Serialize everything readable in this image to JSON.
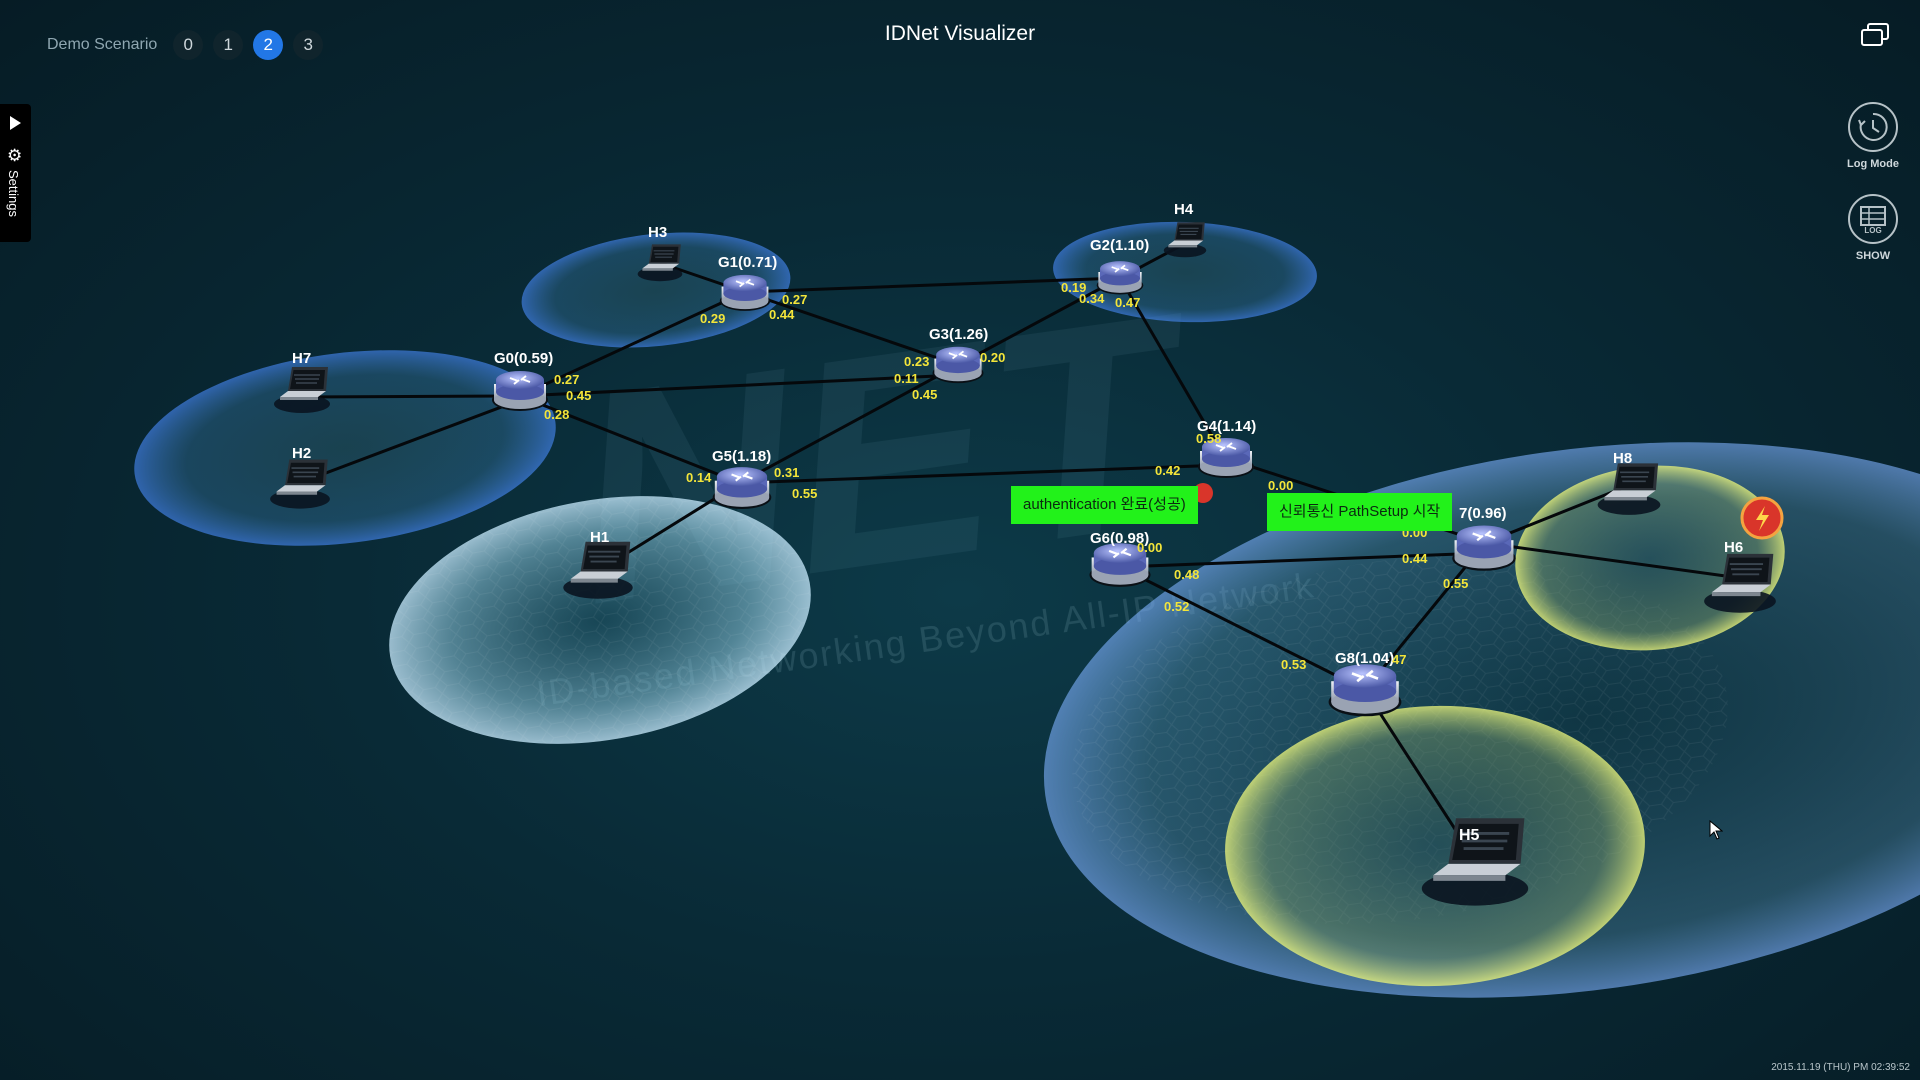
{
  "header": {
    "title": "IDNet Visualizer",
    "scenario_label": "Demo Scenario",
    "scenarios": [
      "0",
      "1",
      "2",
      "3"
    ],
    "active_scenario": "2"
  },
  "settings_tab": {
    "label": "Settings"
  },
  "tools": {
    "log_mode_label": "Log Mode",
    "show_label": "SHOW",
    "log_icon_text": "LOG"
  },
  "watermark": {
    "logo_text": "NET",
    "tagline": "ID-based Networking Beyond All-IP Network"
  },
  "gateways": {
    "g0": "G0(0.59)",
    "g1": "G1(0.71)",
    "g2": "G2(1.10)",
    "g3": "G3(1.26)",
    "g4": "G4(1.14)",
    "g5": "G5(1.18)",
    "g6": "G6(0.98)",
    "g7": "7(0.96)",
    "g8": "G8(1.04)"
  },
  "hosts": {
    "h1": "H1",
    "h2": "H2",
    "h3": "H3",
    "h4": "H4",
    "h5": "H5",
    "h6": "H6",
    "h7": "H7",
    "h8": "H8"
  },
  "link_weights": {
    "w1": "0.27",
    "w2": "0.45",
    "w3": "0.28",
    "w4": "0.29",
    "w5": "0.27",
    "w6": "0.44",
    "w7": "0.19",
    "w8": "0.34",
    "w9": "0.47",
    "w10": "0.23",
    "w11": "0.20",
    "w12": "0.11",
    "w13": "0.45",
    "w14": "0.14",
    "w15": "0.31",
    "w16": "0.55",
    "w17": "0.58",
    "w18": "0.42",
    "w19": "0.00",
    "w20": "0.00",
    "w21": "0.48",
    "w22": "0.52",
    "w23": "0.44",
    "w24": "0.55",
    "w25": "0.53",
    "w26": "47",
    "w27": "0.00"
  },
  "messages": {
    "auth": "authentication 완료(성공)",
    "path": "신뢰통신 PathSetup 시작"
  },
  "status": {
    "timestamp": "2015.11.19 (THU) PM 02:39:52"
  },
  "colors": {
    "accent": "#2277e6",
    "message_bg": "#22f21a",
    "weight_text": "#f3e53a"
  }
}
